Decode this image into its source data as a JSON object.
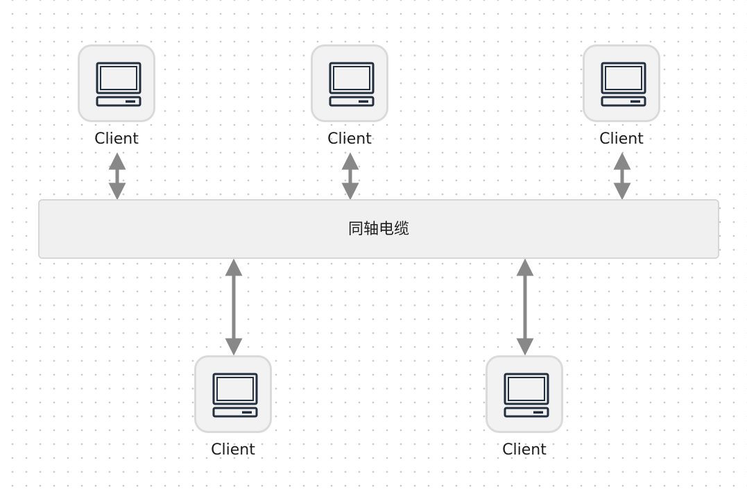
{
  "clients": [
    {
      "label": "Client",
      "icon": "computer-icon"
    },
    {
      "label": "Client",
      "icon": "computer-icon"
    },
    {
      "label": "Client",
      "icon": "computer-icon"
    },
    {
      "label": "Client",
      "icon": "computer-icon"
    },
    {
      "label": "Client",
      "icon": "computer-icon"
    }
  ],
  "bus": {
    "label": "同轴电缆"
  },
  "colors": {
    "connector": "#888888",
    "icon_stroke": "#232f3e",
    "node_fill": "#f2f2f3",
    "node_border": "#dadada",
    "bus_fill": "#f0f0f0",
    "bus_border": "#d6d6d6"
  }
}
